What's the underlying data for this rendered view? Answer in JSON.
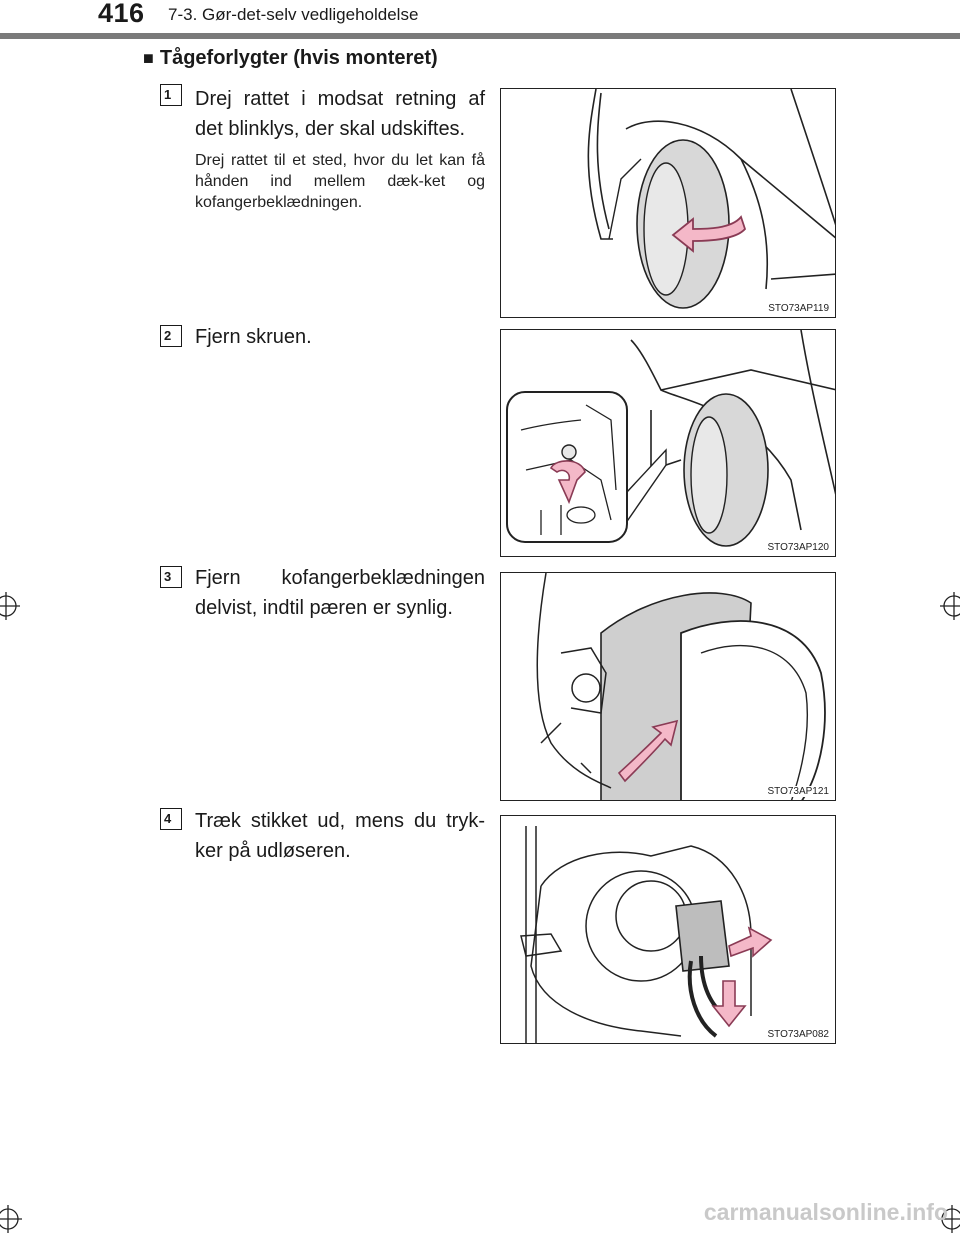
{
  "header": {
    "page_number": "416",
    "chapter_title": "7-3. Gør-det-selv vedligeholdelse"
  },
  "section": {
    "bullet": "■",
    "title": "Tågeforlygter (hvis monteret)"
  },
  "steps": [
    {
      "number": "1",
      "text": "Drej rattet i modsat retning af det blinklys, der skal udskiftes.",
      "note": "Drej rattet til et sted, hvor du let kan få hånden ind mellem dæk-ket og kofangerbeklædningen.",
      "figure_code": "STO73AP119"
    },
    {
      "number": "2",
      "text": "Fjern skruen.",
      "figure_code": "STO73AP120"
    },
    {
      "number": "3",
      "text": "Fjern kofangerbeklædningen delvist, indtil pæren er synlig.",
      "figure_code": "STO73AP121"
    },
    {
      "number": "4",
      "text": "Træk stikket ud, mens du tryk-ker på udløseren.",
      "figure_code": "STO73AP082"
    }
  ],
  "footer": {
    "watermark": "carmanualsonline.info"
  },
  "colors": {
    "arrow_fill": "#f4b8c8",
    "arrow_stroke": "#8a3b55",
    "rule": "#7a7a7a"
  }
}
